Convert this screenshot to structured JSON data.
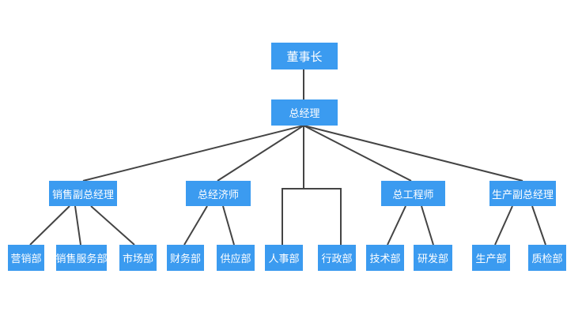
{
  "colors": {
    "node_fill": "#3b9bf0",
    "node_text": "#ffffff",
    "edge": "#444444",
    "background": "#ffffff"
  },
  "org_chart": {
    "chairman": "董事长",
    "general_manager": "总经理",
    "sales_vp": {
      "label": "销售副总经理",
      "departments": [
        "营销部",
        "销售服务部",
        "市场部"
      ]
    },
    "chief_economist": {
      "label": "总经济师",
      "departments": [
        "财务部",
        "供应部"
      ]
    },
    "direct_departments": [
      "人事部",
      "行政部"
    ],
    "chief_engineer": {
      "label": "总工程师",
      "departments": [
        "技术部",
        "研发部"
      ]
    },
    "production_vp": {
      "label": "生产副总经理",
      "departments": [
        "生产部",
        "质检部"
      ]
    }
  }
}
